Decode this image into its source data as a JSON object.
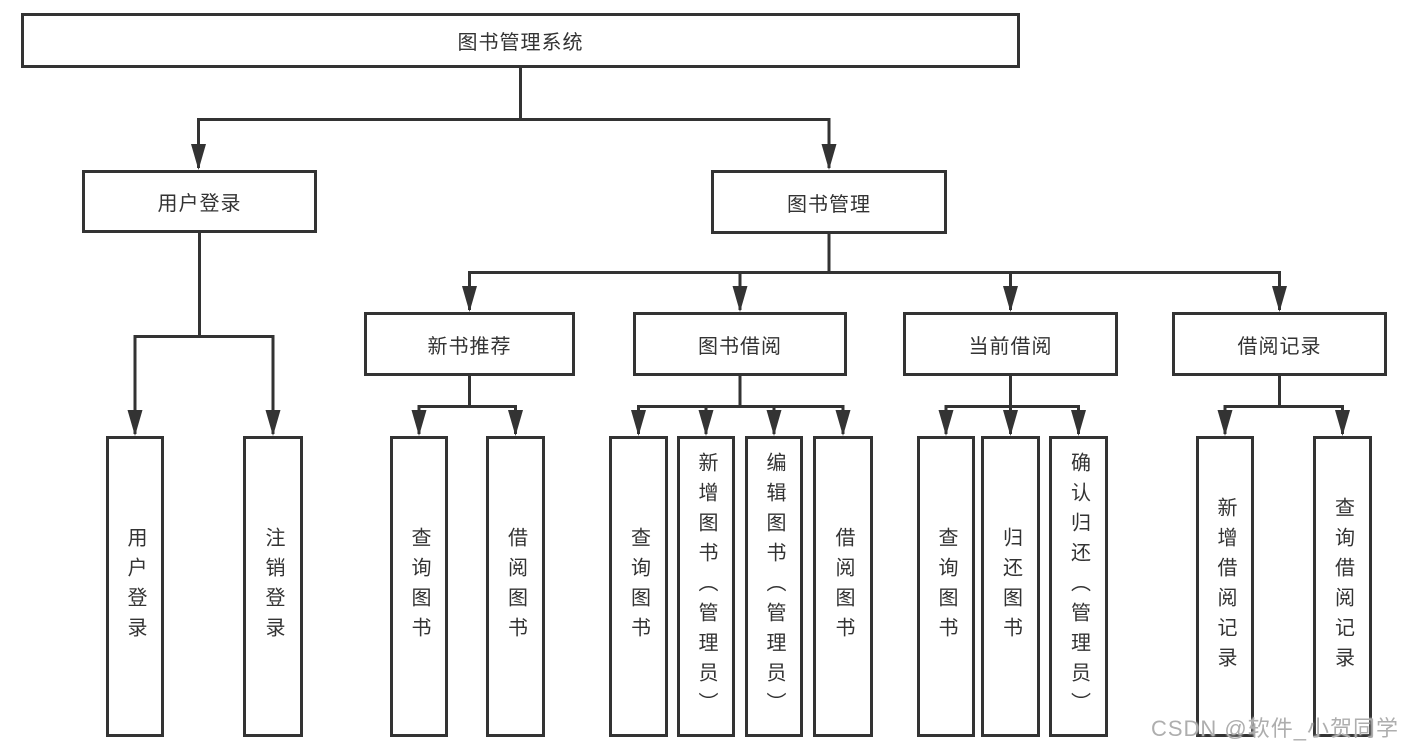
{
  "diagram": {
    "root": "图书管理系统",
    "branches": [
      {
        "label": "用户登录",
        "children": [
          "用户登录",
          "注销登录"
        ]
      },
      {
        "label": "图书管理",
        "children": [
          {
            "label": "新书推荐",
            "children": [
              "查询图书",
              "借阅图书"
            ]
          },
          {
            "label": "图书借阅",
            "children": [
              "查询图书",
              "新增图书（管理员）",
              "编辑图书（管理员）",
              "借阅图书"
            ]
          },
          {
            "label": "当前借阅",
            "children": [
              "查询图书",
              "归还图书",
              "确认归还（管理员）"
            ]
          },
          {
            "label": "借阅记录",
            "children": [
              "新增借阅记录",
              "查询借阅记录"
            ]
          }
        ]
      }
    ]
  },
  "watermark": "CSDN @软件_小贺同学",
  "colors": {
    "line": "#333333",
    "text": "#333333",
    "watermark": "#aeaeae",
    "background": "#ffffff"
  }
}
